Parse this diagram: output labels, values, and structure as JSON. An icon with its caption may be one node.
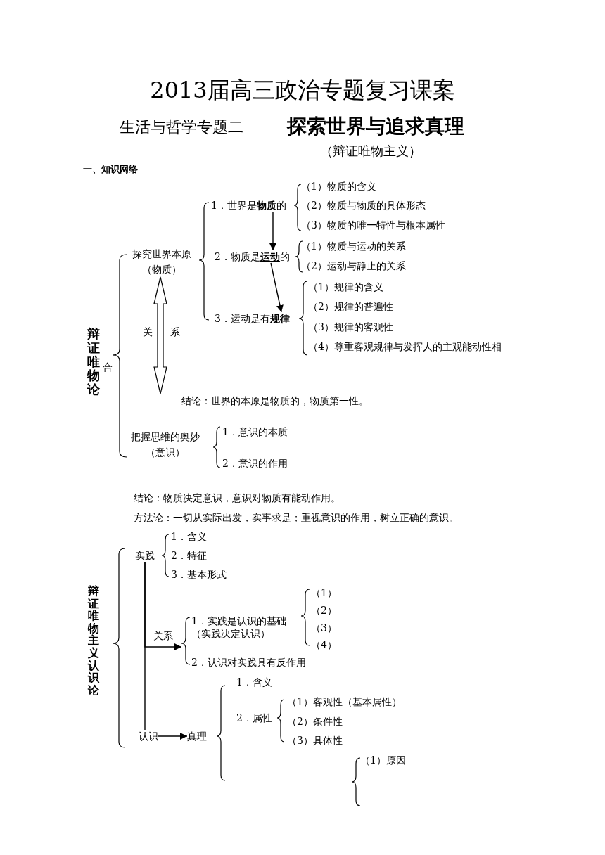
{
  "diagram": {
    "title": "2013届高三政治专题复习课案",
    "nodes": [
      {
        "text": [
          "1．世界是**物质**的"
        ]
      },
      {
        "text": [
          "2．物质是**运动**的"
        ]
      },
      {
        "text": [
          "3．运动是有**规律**"
        ]
      },
      {
        "text": [
          "探究世界本原（物质）"
        ]
      },
      {
        "text": [
          "把握思维的奥妙（意识）"
        ]
      },
      {
        "text": [
          "实践"
        ]
      },
      {
        "text": [
          "认识"
        ]
      },
      {
        "text": [
          "真理"
        ]
      },
      {
        "text": [
          "1．实践是认识的基础（实践决定认识）"
        ]
      }
    ],
    "edges": [
      {
        "from": 0,
        "to": 1,
        "arrow": "to"
      },
      {
        "from": 1,
        "to": 2,
        "arrow": "to"
      },
      {
        "from": 3,
        "to": null,
        "arrow": "both",
        "style": "thick"
      },
      {
        "from": 5,
        "to": 6,
        "arrow": "none"
      },
      {
        "from": 5,
        "to": 8,
        "arrow": "to",
        "label": "关系"
      },
      {
        "from": 6,
        "to": 7,
        "arrow": "to"
      }
    ],
    "labels": [
      "生活与哲学专题二",
      "探索世界与追求真理",
      "（辩证唯物主义）",
      "一、知识网络",
      "（1）物质的含义",
      "（2）物质与物质的具体形态",
      "（3）物质的唯一特性与根本属性",
      "（1）物质与运动的关系",
      "（2）运动与静止的关系",
      "（1）规律的含义",
      "（2）规律的普遍性",
      "（3）规律的客观性",
      "（4）尊重客观规律与发挥人的主观能动性相",
      "关",
      "系",
      "辩证唯物论",
      "合",
      "结论：世界的本原是物质的，物质第一性。",
      "1．意识的本质",
      "2．意识的作用",
      "结论：物质决定意识，意识对物质有能动作用。",
      "方法论：一切从实际出发，实事求是；重视意识的作用，树立正确的意识。",
      "1．含义",
      "2．特征",
      "3．基本形式",
      "辩证唯物主义认识论",
      "（1）",
      "（2）",
      "（3）",
      "（4）",
      "2．认识对实践具有反作用",
      "1．含义",
      "2．属性",
      "（1）客观性（基本属性）",
      "（2）条件性",
      "（3）具体性",
      "（1）原因"
    ]
  }
}
